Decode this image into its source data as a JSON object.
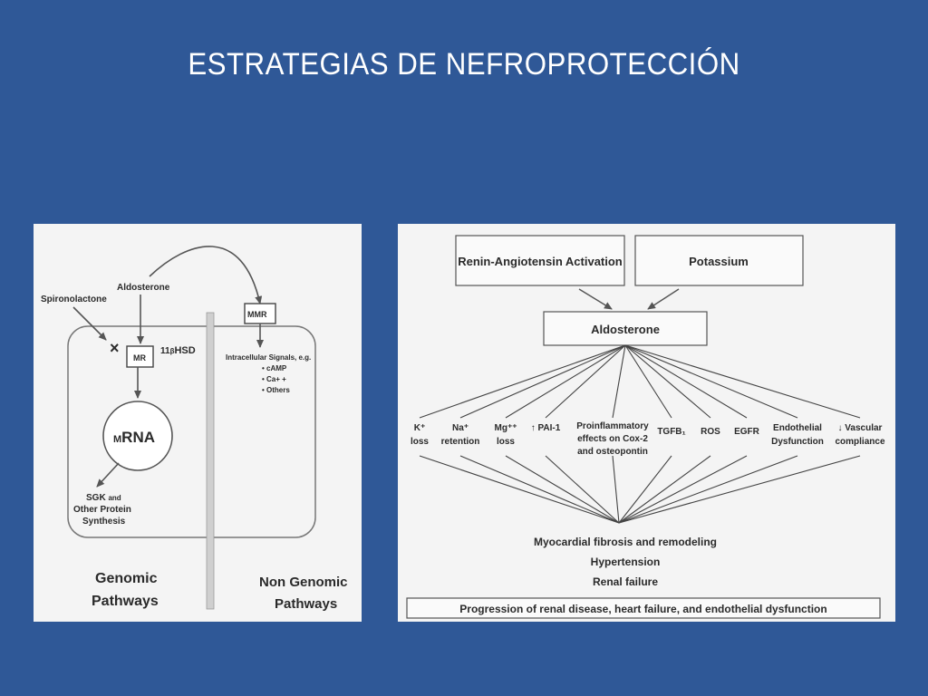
{
  "slide": {
    "title": "ESTRATEGIAS DE NEFROPROTECCIÓN",
    "background_color": "#2f5897"
  },
  "left_diagram": {
    "aldosterone": "Aldosterone",
    "spironolactone": "Spironolactone",
    "block_mark": "×",
    "mr": "MR",
    "hsd_prefix": "11",
    "hsd_beta": "β",
    "hsd_suffix": "HSD",
    "mmr": "MMR",
    "signals_title": "Intracellular Signals, e.g.",
    "signals": [
      "• cAMP",
      "• Ca+ +",
      "• Others"
    ],
    "mrna_small": "M",
    "mrna_big": "RNA",
    "sgk": "SGK",
    "sgk_and": "and",
    "other_protein": "Other Protein",
    "synthesis": "Synthesis",
    "genomic_1": "Genomic",
    "genomic_2": "Pathways",
    "nongenomic_1": "Non Genomic",
    "nongenomic_2": "Pathways"
  },
  "right_diagram": {
    "raa": "Renin-Angiotensin Activation",
    "potassium": "Potassium",
    "aldosterone": "Aldosterone",
    "effects": [
      [
        "K⁺",
        "loss"
      ],
      [
        "Na⁺",
        "retention"
      ],
      [
        "Mg⁺⁺",
        "loss"
      ],
      [
        "↑ PAI-1"
      ],
      [
        "Proinflammatory",
        "effects on Cox-2",
        "and osteopontin"
      ],
      [
        "TGFB₁"
      ],
      [
        "ROS"
      ],
      [
        "EGFR"
      ],
      [
        "Endothelial",
        "Dysfunction"
      ],
      [
        "↓ Vascular",
        "compliance"
      ]
    ],
    "outcome_1": "Myocardial fibrosis and remodeling",
    "outcome_2": "Hypertension",
    "outcome_3": "Renal failure",
    "progression": "Progression of renal disease, heart failure, and endothelial dysfunction"
  }
}
